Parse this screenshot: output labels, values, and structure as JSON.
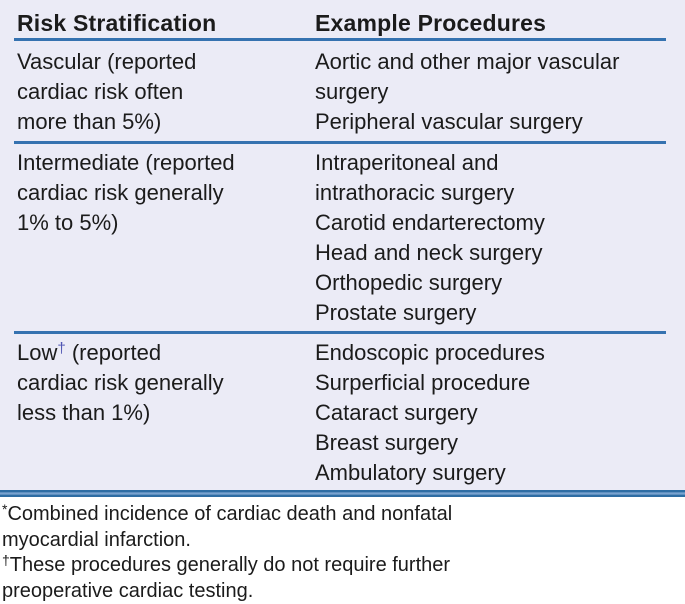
{
  "colors": {
    "table_background": "#ebebf6",
    "rule_blue": "#3572b0",
    "bottom_border_blue": "#2e6da4",
    "text": "#1b1b1b",
    "dagger_blue": "#5157b4"
  },
  "table": {
    "header": {
      "risk": "Risk Stratification",
      "procedures": "Example Procedures"
    },
    "rows": [
      {
        "risk_lines": [
          "Vascular (reported",
          "cardiac risk often",
          "more than 5%)"
        ],
        "proc_lines": [
          "Aortic and other major vascular",
          "surgery",
          "Peripheral vascular surgery"
        ]
      },
      {
        "risk_lines": [
          "Intermediate (reported",
          "cardiac risk generally",
          "1% to 5%)"
        ],
        "proc_lines": [
          "Intraperitoneal and",
          "intrathoracic surgery",
          "Carotid endarterectomy",
          "Head and neck surgery",
          "Orthopedic surgery",
          "Prostate surgery"
        ]
      },
      {
        "risk_word": "Low",
        "risk_marker": "†",
        "risk_line1_rest": " (reported",
        "risk_lines": [
          "cardiac risk generally",
          "less than 1%)"
        ],
        "proc_lines": [
          "Endoscopic procedures",
          "Surperficial procedure",
          "Cataract surgery",
          "Breast surgery",
          "Ambulatory surgery"
        ]
      }
    ]
  },
  "footnotes": [
    {
      "marker": "*",
      "line1": "Combined incidence of cardiac death and nonfatal",
      "line2": "myocardial infarction."
    },
    {
      "marker": "†",
      "line1": "These procedures generally do not require further",
      "line2": "preoperative cardiac testing."
    }
  ]
}
